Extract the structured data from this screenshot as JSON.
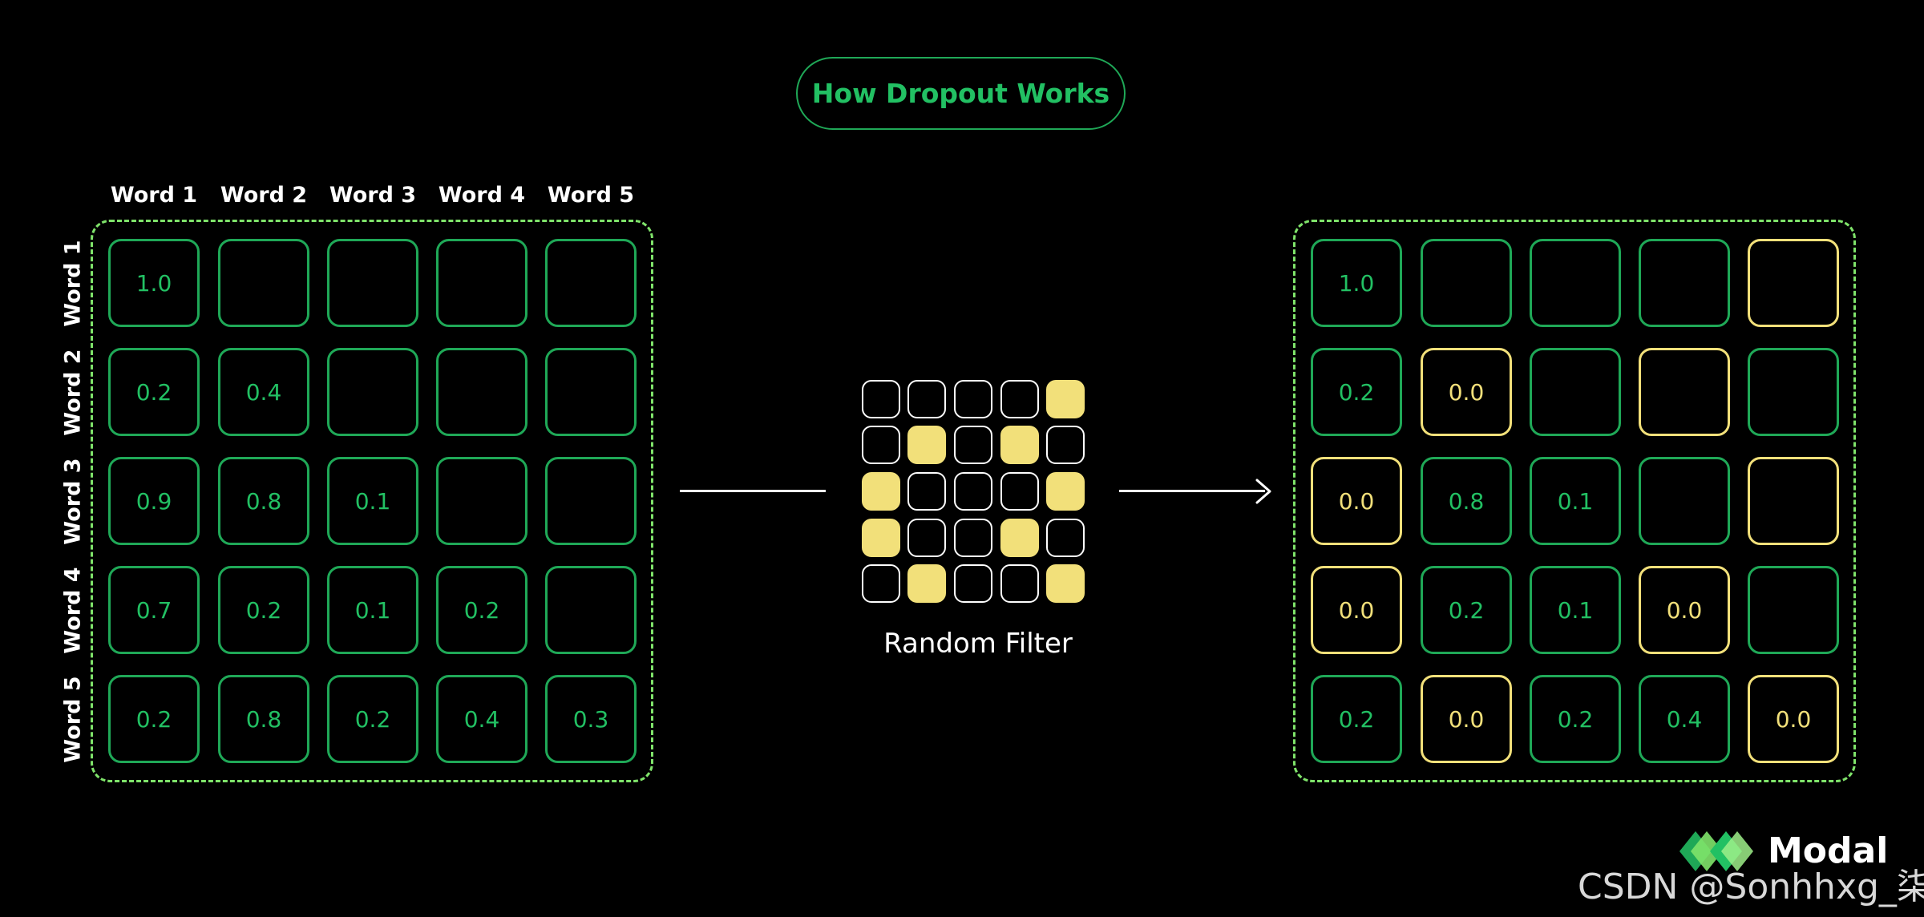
{
  "title": "How Dropout Works",
  "column_labels": [
    "Word 1",
    "Word 2",
    "Word 3",
    "Word 4",
    "Word 5"
  ],
  "row_labels": [
    "Word 1",
    "Word 2",
    "Word 3",
    "Word 4",
    "Word 5"
  ],
  "input_matrix": [
    [
      "1.0",
      "",
      "",
      "",
      ""
    ],
    [
      "0.2",
      "0.4",
      "",
      "",
      ""
    ],
    [
      "0.9",
      "0.8",
      "0.1",
      "",
      ""
    ],
    [
      "0.7",
      "0.2",
      "0.1",
      "0.2",
      ""
    ],
    [
      "0.2",
      "0.8",
      "0.2",
      "0.4",
      "0.3"
    ]
  ],
  "filter_label": "Random Filter",
  "filter_mask": [
    [
      0,
      0,
      0,
      0,
      1
    ],
    [
      0,
      1,
      0,
      1,
      0
    ],
    [
      1,
      0,
      0,
      0,
      1
    ],
    [
      1,
      0,
      0,
      1,
      0
    ],
    [
      0,
      1,
      0,
      0,
      1
    ]
  ],
  "output_matrix": [
    [
      "1.0",
      "",
      "",
      "",
      ""
    ],
    [
      "0.2",
      "0.0",
      "",
      "",
      ""
    ],
    [
      "0.0",
      "0.8",
      "0.1",
      "",
      ""
    ],
    [
      "0.0",
      "0.2",
      "0.1",
      "0.0",
      ""
    ],
    [
      "0.2",
      "0.0",
      "0.2",
      "0.4",
      "0.0"
    ]
  ],
  "brand": "Modal",
  "watermark": "CSDN @Sonhhxg_柒",
  "colors": {
    "accent_green": "#22c063",
    "cell_border": "#1fa857",
    "frame_dashed": "#7fe36a",
    "dropped_yellow": "#f2e07a",
    "background": "#000000"
  }
}
